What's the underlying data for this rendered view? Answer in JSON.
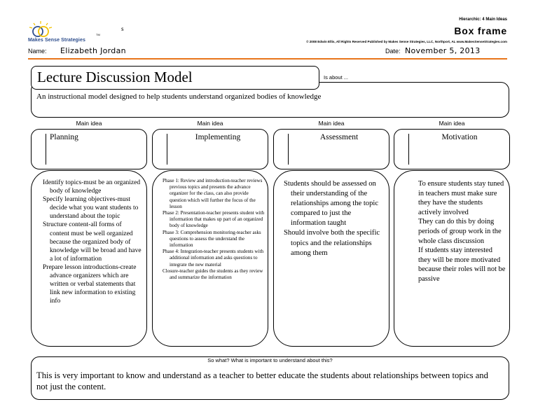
{
  "header": {
    "brand": "Makes Sense Strategies",
    "tm": "TM",
    "s_mark": "s",
    "hierarchy_label": "Hierarchic: 4 Main Ideas",
    "form_title": "Box frame",
    "copyright": "© 2008 Edwin Ellis, All Rights Reserved   Published by Makes Sense Strategies, LLC, Northport, AL   www.MakesSenseStrategies.com",
    "name_label": "Name:",
    "name_value": "Elizabeth Jordan",
    "date_label": "Date:",
    "date_value": "November 5, 2013",
    "accent_color": "#e8751a",
    "brand_color": "#2d4d8c"
  },
  "topic": {
    "title": "Lecture Discussion Model",
    "is_about_label": "Is about ...",
    "description": "An instructional model designed to help students understand organized bodies of knowledge"
  },
  "main_ideas": [
    {
      "label": "Main idea",
      "title": "Planning",
      "details": [
        "Identify topics-must be an organized body of knowledge",
        "Specify learning objectives-must decide what you want students to understand about the topic",
        "Structure content-all forms of content must be well organized because the organized body of knowledge will be broad and have a lot of information",
        "Prepare lesson introductions-create advance organizers which are written or verbal statements that link new information to existing info"
      ]
    },
    {
      "label": "Main idea",
      "title": "Implementing",
      "details": [
        "Phase 1: Review and introduction-teacher reviews previous topics and presents the advance organizer for the class, can also provide question which will further the focus of the lesson",
        "Phase 2: Presentation-teacher presents student with information that makes up part of an organized body of knowledge",
        "Phase 3: Comprehension monitoring-teacher asks questions to assess the understand the information",
        "Phase 4: Integration-teacher presents students with additional information and asks questions to integrate the new material",
        "Closure-teacher guides the students as they review and summarize the information"
      ]
    },
    {
      "label": "Main idea",
      "title": "Assessment",
      "details": [
        "Students should be assessed on their understanding of the relationships among the topic compared to just the information taught",
        "Should involve both the specific topics and the relationships among them"
      ]
    },
    {
      "label": "Main idea",
      "title": "Motivation",
      "details": [
        "To ensure students stay tuned in teachers must make sure they have the students actively involved",
        "They can do this by doing periods of group work in the whole class discussion",
        "If students stay interested they will be more motivated because their roles will not be passive"
      ]
    }
  ],
  "so_what": {
    "label": "So what? What is important to understand about this?",
    "text": "This is very important to know and understand as a teacher to better educate the students about relationships between topics and not just the content."
  }
}
